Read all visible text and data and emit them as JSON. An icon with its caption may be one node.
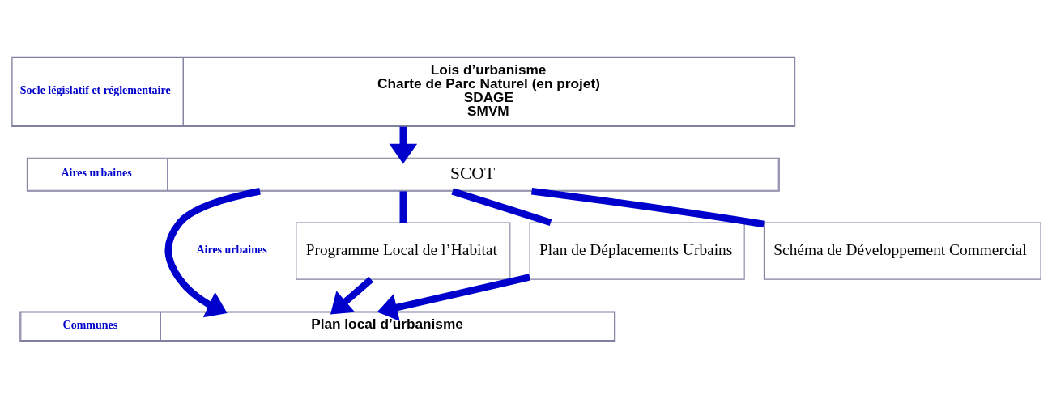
{
  "diagram": {
    "nodes": [
      {
        "text": [
          "Socle législatif et réglementaire",
          "Lois d’urbanisme",
          "Charte de Parc Naturel (en projet)",
          "SDAGE",
          "SMVM"
        ]
      },
      {
        "text": [
          "Aires urbaines",
          "SCOT"
        ]
      },
      {
        "text": [
          "Programme Local de l’Habitat"
        ]
      },
      {
        "text": [
          "Plan de Déplacements Urbains"
        ]
      },
      {
        "text": [
          "Schéma de Développement Commercial"
        ]
      },
      {
        "text": [
          "Communes",
          "Plan local d’urbanisme"
        ]
      }
    ],
    "edges": [
      {
        "from": 0,
        "to": 1,
        "arrow": "to"
      },
      {
        "from": 1,
        "to": 5,
        "arrow": "to"
      },
      {
        "from": 1,
        "to": 2,
        "arrow": "none"
      },
      {
        "from": 1,
        "to": 3,
        "arrow": "none"
      },
      {
        "from": 1,
        "to": 4,
        "arrow": "none"
      },
      {
        "from": 2,
        "to": 5,
        "arrow": "to"
      },
      {
        "from": 3,
        "to": 5,
        "arrow": "to"
      }
    ],
    "labels": [
      "Aires urbaines"
    ]
  }
}
